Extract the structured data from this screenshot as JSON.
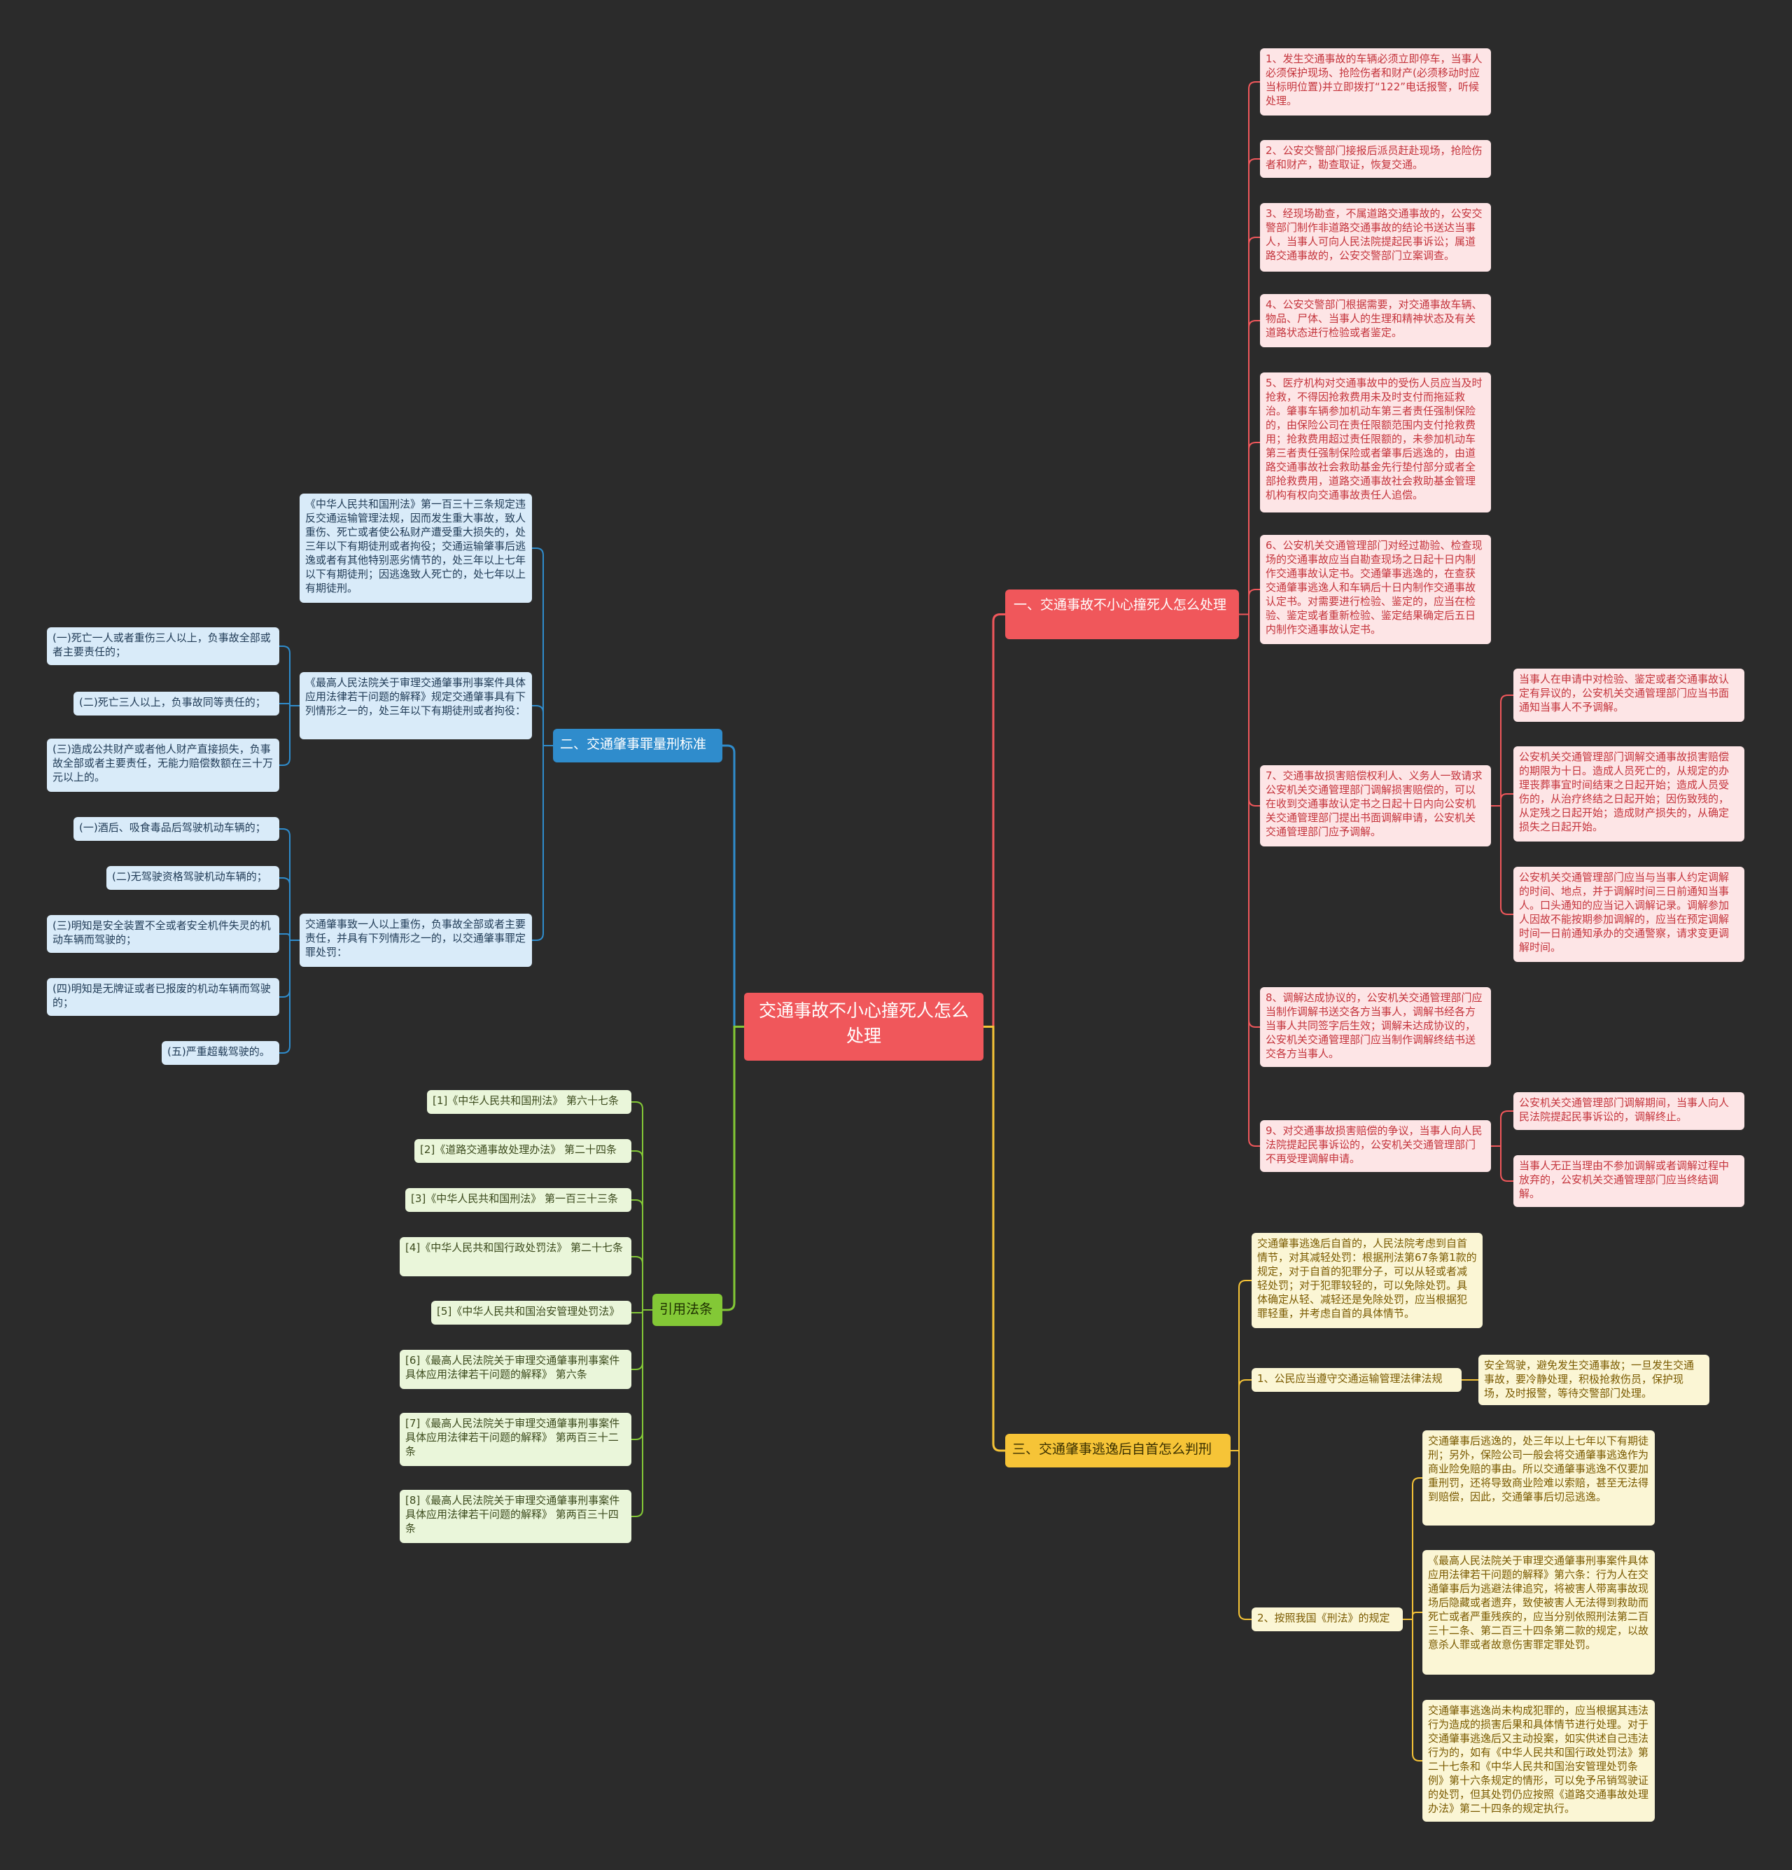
{
  "root": "交通事故不小心撞死人怎么处理",
  "branch1": {
    "label": "一、交通事故不小心撞死人怎么处理",
    "items": [
      "1、发生交通事故的车辆必须立即停车，当事人必须保护现场、抢险伤者和财产(必须移动时应当标明位置)并立即拨打“122”电话报警，听候处理。",
      "2、公安交警部门接报后派员赶赴现场，抢险伤者和财产，勘查取证，恢复交通。",
      "3、经现场勘查，不属道路交通事故的，公安交警部门制作非道路交通事故的结论书送达当事人，当事人可向人民法院提起民事诉讼；属道路交通事故的，公安交警部门立案调查。",
      "4、公安交警部门根据需要，对交通事故车辆、物品、尸体、当事人的生理和精神状态及有关道路状态进行检验或者鉴定。",
      "5、医疗机构对交通事故中的受伤人员应当及时抢救，不得因抢救费用未及时支付而拖延救治。肇事车辆参加机动车第三者责任强制保险的，由保险公司在责任限额范围内支付抢救费用；抢救费用超过责任限额的，未参加机动车第三者责任强制保险或者肇事后逃逸的，由道路交通事故社会救助基金先行垫付部分或者全部抢救费用，道路交通事故社会救助基金管理机构有权向交通事故责任人追偿。",
      "6、公安机关交通管理部门对经过勘验、检查现场的交通事故应当自勘查现场之日起十日内制作交通事故认定书。交通肇事逃逸的，在查获交通肇事逃逸人和车辆后十日内制作交通事故认定书。对需要进行检验、鉴定的，应当在检验、鉴定或者重新检验、鉴定结果确定后五日内制作交通事故认定书。",
      "7、交通事故损害赔偿权利人、义务人一致请求公安机关交通管理部门调解损害赔偿的，可以在收到交通事故认定书之日起十日内向公安机关交通管理部门提出书面调解申请，公安机关交通管理部门应予调解。",
      "8、调解达成协议的，公安机关交通管理部门应当制作调解书送交各方当事人，调解书经各方当事人共同签字后生效；调解未达成协议的，公安机关交通管理部门应当制作调解终结书送交各方当事人。",
      "9、对交通事故损害赔偿的争议，当事人向人民法院提起民事诉讼的，公安机关交通管理部门不再受理调解申请。"
    ],
    "sub7": [
      "当事人在申请中对检验、鉴定或者交通事故认定有异议的，公安机关交通管理部门应当书面通知当事人不予调解。",
      "公安机关交通管理部门调解交通事故损害赔偿的期限为十日。造成人员死亡的，从规定的办理丧葬事宜时间结束之日起开始；造成人员受伤的，从治疗终结之日起开始；因伤致残的，从定残之日起开始；造成财产损失的，从确定损失之日起开始。",
      "公安机关交通管理部门应当与当事人约定调解的时间、地点，并于调解时间三日前通知当事人。口头通知的应当记入调解记录。调解参加人因故不能按期参加调解的，应当在预定调解时间一日前通知承办的交通警察，请求变更调解时间。"
    ],
    "sub9": [
      "公安机关交通管理部门调解期间，当事人向人民法院提起民事诉讼的，调解终止。",
      "当事人无正当理由不参加调解或者调解过程中放弃的，公安机关交通管理部门应当终结调解。"
    ]
  },
  "branch2": {
    "label": "二、交通肇事罪量刑标准",
    "items": [
      "《中华人民共和国刑法》第一百三十三条规定违反交通运输管理法规，因而发生重大事故，致人重伤、死亡或者使公私财产遭受重大损失的，处三年以下有期徒刑或者拘役；交通运输肇事后逃逸或者有其他特别恶劣情节的，处三年以上七年以下有期徒刑；因逃逸致人死亡的，处七年以上有期徒刑。",
      "《最高人民法院关于审理交通肇事刑事案件具体应用法律若干问题的解释》规定交通肇事具有下列情形之一的，处三年以下有期徒刑或者拘役：",
      "交通肇事致一人以上重伤，负事故全部或者主要责任，并具有下列情形之一的，以交通肇事罪定罪处罚："
    ],
    "sub2": [
      "(一)死亡一人或者重伤三人以上，负事故全部或者主要责任的；",
      "(二)死亡三人以上，负事故同等责任的；",
      "(三)造成公共财产或者他人财产直接损失，负事故全部或者主要责任，无能力赔偿数额在三十万元以上的。"
    ],
    "sub3": [
      "(一)酒后、吸食毒品后驾驶机动车辆的；",
      "(二)无驾驶资格驾驶机动车辆的；",
      "(三)明知是安全装置不全或者安全机件失灵的机动车辆而驾驶的；",
      "(四)明知是无牌证或者已报废的机动车辆而驾驶的；",
      "(五)严重超载驾驶的。"
    ]
  },
  "branch3": {
    "label": "三、交通肇事逃逸后自首怎么判刑",
    "items": [
      "交通肇事逃逸后自首的，人民法院考虑到自首情节，对其减轻处罚：根据刑法第67条第1款的规定，对于自首的犯罪分子，可以从轻或者减轻处罚；对于犯罪较轻的，可以免除处罚。具体确定从轻、减轻还是免除处罚，应当根据犯罪轻重，并考虑自首的具体情节。",
      "1、公民应当遵守交通运输管理法律法规",
      "2、按照我国《刑法》的规定"
    ],
    "sub1": [
      "安全驾驶，避免发生交通事故；一旦发生交通事故，要冷静处理，积极抢救伤员，保护现场，及时报警，等待交警部门处理。"
    ],
    "sub2": [
      "交通肇事后逃逸的，处三年以上七年以下有期徒刑；另外，保险公司一般会将交通肇事逃逸作为商业险免赔的事由。所以交通肇事逃逸不仅要加重刑罚，还将导致商业险难以索赔，甚至无法得到赔偿，因此，交通肇事后切忌逃逸。",
      "《最高人民法院关于审理交通肇事刑事案件具体应用法律若干问题的解释》第六条：行为人在交通肇事后为逃避法律追究，将被害人带离事故现场后隐藏或者遗弃，致使被害人无法得到救助而死亡或者严重残疾的，应当分别依照刑法第二百三十二条、第二百三十四条第二款的规定，以故意杀人罪或者故意伤害罪定罪处罚。",
      "交通肇事逃逸尚未构成犯罪的，应当根据其违法行为造成的损害后果和具体情节进行处理。对于交通肇事逃逸后又主动投案，如实供述自己违法行为的，如有《中华人民共和国行政处罚法》第二十七条和《中华人民共和国治安管理处罚条例》第十六条规定的情形，可以免予吊销驾驶证的处罚，但其处罚仍应按照《道路交通事故处理办法》第二十四条的规定执行。"
    ]
  },
  "branch4": {
    "label": "引用法条",
    "items": [
      "[1]《中华人民共和国刑法》 第六十七条",
      "[2]《道路交通事故处理办法》 第二十四条",
      "[3]《中华人民共和国刑法》 第一百三十三条",
      "[4]《中华人民共和国行政处罚法》 第二十七条",
      "[5]《中华人民共和国治安管理处罚法》",
      "[6]《最高人民法院关于审理交通肇事刑事案件具体应用法律若干问题的解释》 第六条",
      "[7]《最高人民法院关于审理交通肇事刑事案件具体应用法律若干问题的解释》 第两百三十二条",
      "[8]《最高人民法院关于审理交通肇事刑事案件具体应用法律若干问题的解释》 第两百三十四条"
    ]
  },
  "colors": {
    "background": "#2b2b2b",
    "red": "#f0575b",
    "blue": "#2f8ccc",
    "yellow": "#f6c437",
    "green": "#83c836"
  }
}
